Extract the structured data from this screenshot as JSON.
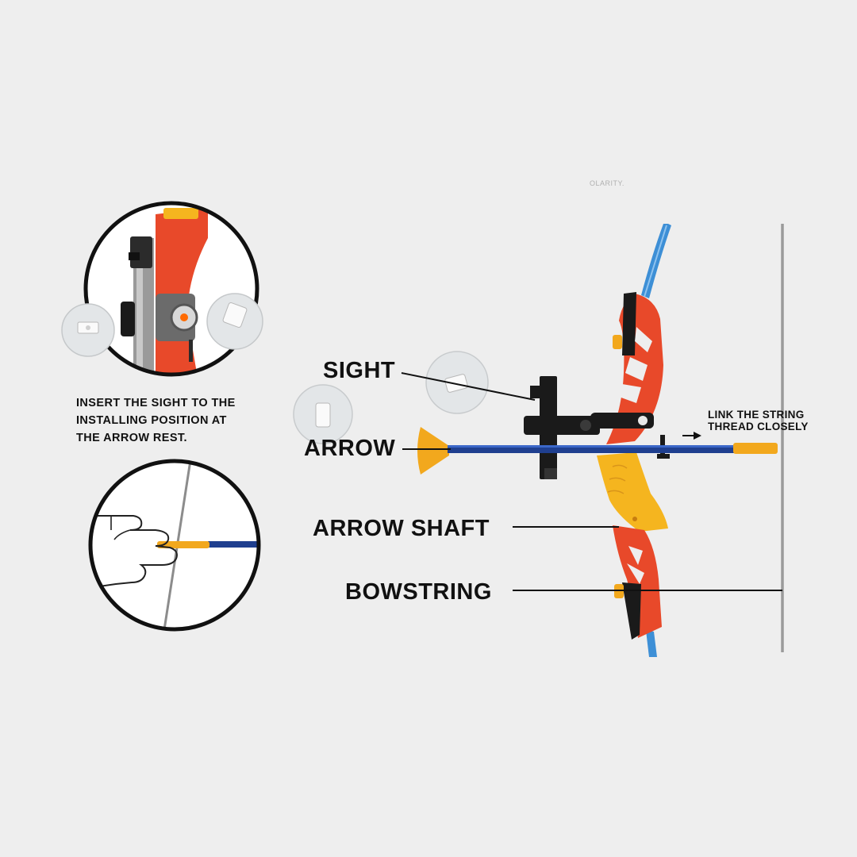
{
  "labels": {
    "sight": "SIGHT",
    "arrow": "ARROW",
    "arrow_shaft": "ARROW SHAFT",
    "bowstring": "BOWSTRING",
    "link_string_line1": "LINK THE STRING",
    "link_string_line2": "THREAD CLOSELY"
  },
  "instruction": "INSERT THE SIGHT TO THE\nINSTALLING POSITION AT\nTHE ARROW REST.",
  "faint_text": "OLARITY.",
  "colors": {
    "background": "#eeeeee",
    "bow_riser": "#e8492a",
    "grip": "#f5b51f",
    "limb": "#3d8fd6",
    "arrow_shaft": "#1f3f8f",
    "arrow_nock": "#f2a81d",
    "sight": "#1a1a1a",
    "circle_outline": "#111111"
  },
  "icons": {
    "pointer": "arrow-right-icon",
    "suction_cup": "suction-cup-icon"
  }
}
